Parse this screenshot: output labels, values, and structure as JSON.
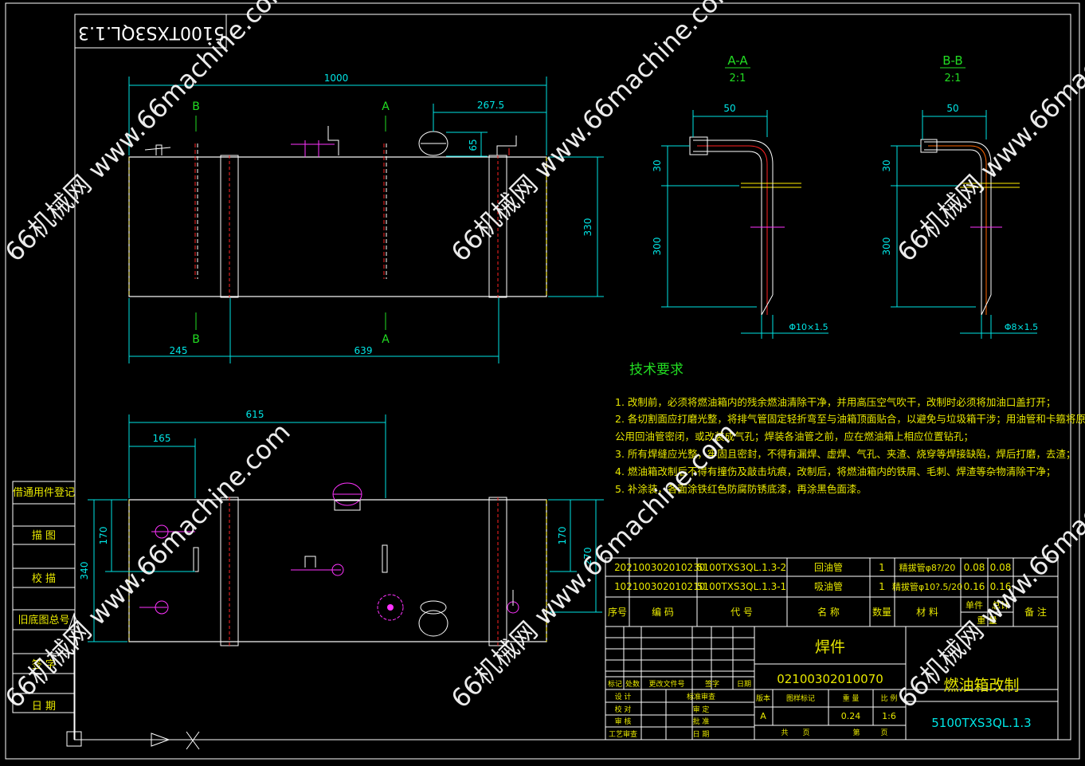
{
  "title_block_top": "5100TXS3QL.1.3",
  "dims": {
    "d1000": "1000",
    "d2675": "267.5",
    "d65": "65",
    "d330": "330",
    "d245": "245",
    "d639": "639",
    "d615": "615",
    "d165": "165",
    "d170l": "170",
    "d340": "340",
    "d170r": "170",
    "d270": "270"
  },
  "section_marks": {
    "b": "B",
    "a": "A"
  },
  "section_aa": {
    "title": "A-A",
    "scale": "2:1",
    "d50": "50",
    "d30": "30",
    "d300": "300",
    "phi": "Φ10×1.5"
  },
  "section_bb": {
    "title": "B-B",
    "scale": "2:1",
    "d50": "50",
    "d30": "30",
    "d300": "300",
    "phi": "Φ8×1.5"
  },
  "tech": {
    "heading": "技术要求",
    "lines": [
      "1. 改制前，必须将燃油箱内的残余燃油清除干净，并用高压空气吹干，改制时必须将加油口盖打开；",
      "2. 各切割面应打磨光整，将排气管固定轻折弯至与油箱顶面贴合，以避免与垃圾箱干涉；用油管和卡箍将原",
      "   公用回油管密闭，或改装成气孔；焊装各油管之前，应在燃油箱上相应位置钻孔；",
      "3. 所有焊缝应光整，牢固且密封，不得有漏焊、虚焊、气孔、夹渣、烧穿等焊接缺陷，焊后打磨，去渣；",
      "4. 燃油箱改制后不得有撞伤及敲击坑痕，改制后，将燃油箱内的铁屑、毛刺、焊渣等杂物清除干净；",
      "5. 补涂装，各面涂铁红色防腐防锈底漆，再涂黑色面漆。"
    ]
  },
  "left_block": [
    "借通用件登记",
    "描  图",
    "校  描",
    "旧底图总号",
    "签  字",
    "日  期"
  ],
  "bom": {
    "rows": [
      {
        "seq": "2",
        "code": "02100302010230",
        "drawing": "5100TXS3QL.1.3-2",
        "name": "回油管",
        "qty": "1",
        "material": "精拔管φ8?/20",
        "unit": "0.08",
        "total": "0.08"
      },
      {
        "seq": "1",
        "code": "02100302010210",
        "drawing": "5100TXS3QL.1.3-1",
        "name": "吸油管",
        "qty": "1",
        "material": "精拔管φ10?.5/20",
        "unit": "0.16",
        "total": "0.16"
      }
    ],
    "header": {
      "seq": "序号",
      "code": "编  码",
      "drawing": "代  号",
      "name": "名  称",
      "qty": "数量",
      "material": "材  料",
      "unit": "单件",
      "total": "总计",
      "weight": "重  量",
      "note": "备 注"
    }
  },
  "title_block": {
    "part_type": "焊件",
    "part_code": "02100302010070",
    "part_name": "燃油箱改制",
    "drawing_no": "5100TXS3QL.1.3",
    "labels": {
      "mark": "标记",
      "qty": "处数",
      "change_doc": "更改文件号",
      "sign": "签字",
      "date": "日期",
      "design": "设 计",
      "proofread": "校 对",
      "review": "审 核",
      "process": "工艺审查",
      "std_review": "标准审查",
      "approve1": "审 定",
      "approve2": "批 准",
      "date2": "日 期",
      "version": "版本",
      "stage_mark": "图样标记",
      "weight": "重 量",
      "scale": "比 例",
      "total": "共",
      "sheets": "页",
      "page": "第",
      "page2": "页"
    },
    "version": "A",
    "weight": "0.24",
    "scale": "1:6"
  },
  "watermark": "66机械网 www.66machine.com",
  "colors": {
    "frame": "#ffffff",
    "dim": "#00e5e5",
    "part": "#ffffff",
    "text_green": "#22dd22",
    "text_yellow": "#e8e800",
    "red": "#ff2222",
    "magenta": "#ff33ff",
    "pipe_orange": "#ff6600"
  }
}
